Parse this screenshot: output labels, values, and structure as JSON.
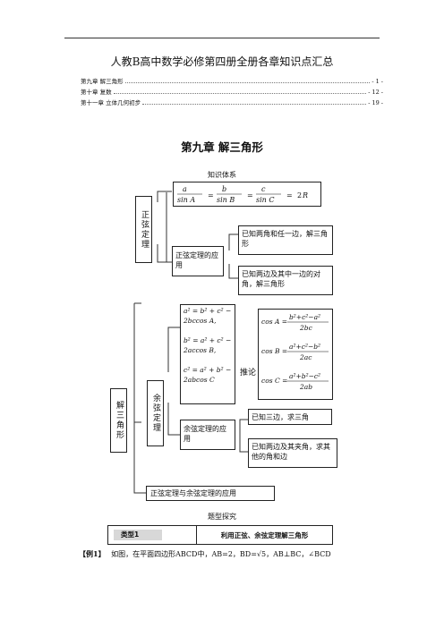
{
  "document": {
    "title": "人教B高中数学必修第四册全册各章知识点汇总",
    "toc": [
      {
        "label": "第九章  解三角形",
        "page": "- 1 -"
      },
      {
        "label": "第十章  复数",
        "page": "- 12 -"
      },
      {
        "label": "第十一章  立体几何初步",
        "page": "- 19 -"
      }
    ],
    "chapter_title": "第九章  解三角形",
    "section_knowledge": "知识体系",
    "section_explore": "题型探究"
  },
  "diagram": {
    "sine": {
      "label": "正弦定理",
      "formula": "a/sin A = b/sin B = c/sin C = 2R",
      "app_label": "正弦定理的应用",
      "app_items": [
        "已知两角和任一边，解三角形",
        "已知两边及其中一边的对角，解三角形"
      ]
    },
    "solve": "解三角形",
    "cosine": {
      "label": "余弦定理",
      "formulas": [
        "a² = b² + c² − 2bccos A,",
        "b² = a² + c² − 2accos B,",
        "c² = a² + b² − 2abcos C"
      ],
      "deduce": "推论",
      "corollaries": [
        "cos A = (b² + c² − a²)/2bc",
        "cos B = (a² + c² − b²)/2ac",
        "cos C = (a² + b² − c²)/2ab"
      ],
      "app_label": "余弦定理的应用",
      "app_items": [
        "已知三边，求三角",
        "已知两边及其夹角，求其他的角和边"
      ]
    },
    "combined": "正弦定理与余弦定理的应用"
  },
  "problem_type": {
    "tag": "类型1",
    "title": "利用正弦、余弦定理解三角形"
  },
  "example": {
    "label": "【例1】",
    "text": "如图，在平面四边形ABCD中，AB=2，BD=√5，AB⊥BC，∠BCD"
  }
}
